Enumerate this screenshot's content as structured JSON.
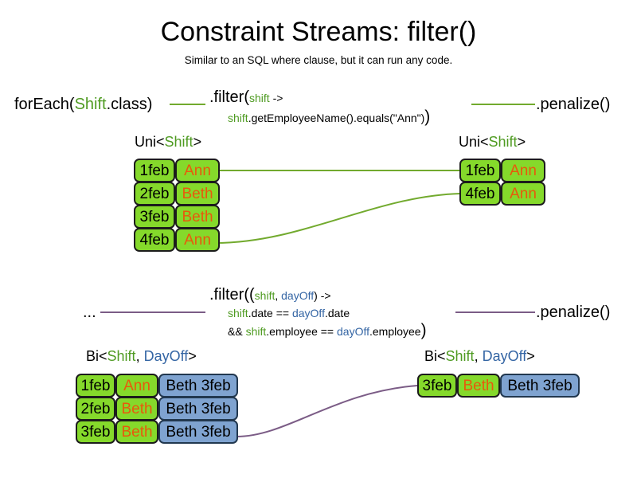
{
  "slide": {
    "title": "Constraint Streams: filter()",
    "subtitle": "Similar to an SQL where clause, but it can run any code."
  },
  "colors": {
    "shift_green": "#4F9B22",
    "dayoff_blue": "#3465A4",
    "tuple_green_fill": "#85D92B",
    "tuple_blue_fill": "#7FA3D0",
    "name_orange": "#E8590C",
    "wire_green": "#72AA2E",
    "wire_purple": "#7B5C86"
  },
  "uni_section": {
    "source_call": {
      "prefix": "forEach(",
      "type": "Shift",
      "suffix": ".class)"
    },
    "filter_call": {
      "line1_prefix": ".filter(",
      "line1_var": "shift",
      "line1_suffix": " ->",
      "line2_var": "shift",
      "line2_body": ".getEmployeeName().equals(\"Ann\")",
      "line2_close": ")"
    },
    "terminal_call": ".penalize()",
    "input_label": {
      "prefix": "Uni<",
      "type": "Shift",
      "suffix": ">"
    },
    "output_label": {
      "prefix": "Uni<",
      "type": "Shift",
      "suffix": ">"
    },
    "input_rows": [
      {
        "date": "1feb",
        "name": "Ann"
      },
      {
        "date": "2feb",
        "name": "Beth"
      },
      {
        "date": "3feb",
        "name": "Beth"
      },
      {
        "date": "4feb",
        "name": "Ann"
      }
    ],
    "output_rows": [
      {
        "date": "1feb",
        "name": "Ann"
      },
      {
        "date": "4feb",
        "name": "Ann"
      }
    ]
  },
  "bi_section": {
    "source_call": "...",
    "filter_call": {
      "line1_prefix": ".filter((",
      "line1_var1": "shift",
      "line1_comma": ", ",
      "line1_var2": "dayOff",
      "line1_suffix": ") ->",
      "line2_var1": "shift",
      "line2_mid": ".date == ",
      "line2_var2": "dayOff",
      "line2_tail": ".date",
      "line3_prefix": "&& ",
      "line3_var1": "shift",
      "line3_mid": ".employee == ",
      "line3_var2": "dayOff",
      "line3_tail": ".employee",
      "line3_close": ")"
    },
    "terminal_call": ".penalize()",
    "input_label": {
      "prefix": "Bi<",
      "type1": "Shift",
      "comma": ", ",
      "type2": "DayOff",
      "suffix": ">"
    },
    "output_label": {
      "prefix": "Bi<",
      "type1": "Shift",
      "comma": ", ",
      "type2": "DayOff",
      "suffix": ">"
    },
    "input_rows": [
      {
        "date": "1feb",
        "name": "Ann",
        "dayoff": "Beth 3feb"
      },
      {
        "date": "2feb",
        "name": "Beth",
        "dayoff": "Beth 3feb"
      },
      {
        "date": "3feb",
        "name": "Beth",
        "dayoff": "Beth 3feb"
      }
    ],
    "output_rows": [
      {
        "date": "3feb",
        "name": "Beth",
        "dayoff": "Beth 3feb"
      }
    ]
  }
}
